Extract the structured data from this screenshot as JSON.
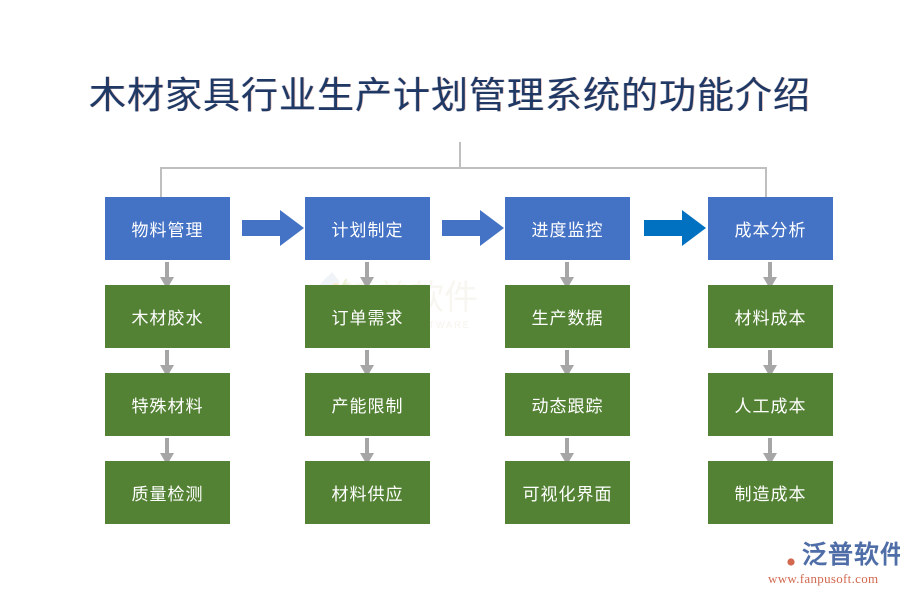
{
  "page": {
    "title": "木材家具行业生产计划管理系统的功能介绍",
    "background": "#ffffff",
    "title_color": "#1f3864"
  },
  "colors": {
    "header_blue": "#4472C4",
    "sub_green": "#548235",
    "connector_gray": "#BFBFBF",
    "arrow_gray": "#A6A6A6",
    "accent_blue": "#0070C0",
    "brand_blue": "#4F6EA8",
    "brand_orange": "#D2694F"
  },
  "connector": {
    "name": "bracket-connector",
    "description": "tree bracket from title to the four top nodes"
  },
  "watermark": {
    "text": "泛普软件",
    "subtext": "FANPUSOFTWARE"
  },
  "flow": {
    "columns": [
      {
        "head": "物料管理",
        "items": [
          "木材胶水",
          "特殊材料",
          "质量检测"
        ]
      },
      {
        "head": "计划制定",
        "items": [
          "订单需求",
          "产能限制",
          "材料供应"
        ]
      },
      {
        "head": "进度监控",
        "items": [
          "生产数据",
          "动态跟踪",
          "可视化界面"
        ]
      },
      {
        "head": "成本分析",
        "items": [
          "材料成本",
          "人工成本",
          "制造成本"
        ]
      }
    ],
    "connectors": [
      {
        "name": "arrow-materials-to-plan",
        "color": "#4472C4"
      },
      {
        "name": "arrow-plan-to-progress",
        "color": "#4472C4"
      },
      {
        "name": "arrow-progress-to-cost",
        "color": "#0070C0"
      }
    ]
  },
  "brand": {
    "name": "泛普软件",
    "url": "www.fanpusoft.com"
  }
}
